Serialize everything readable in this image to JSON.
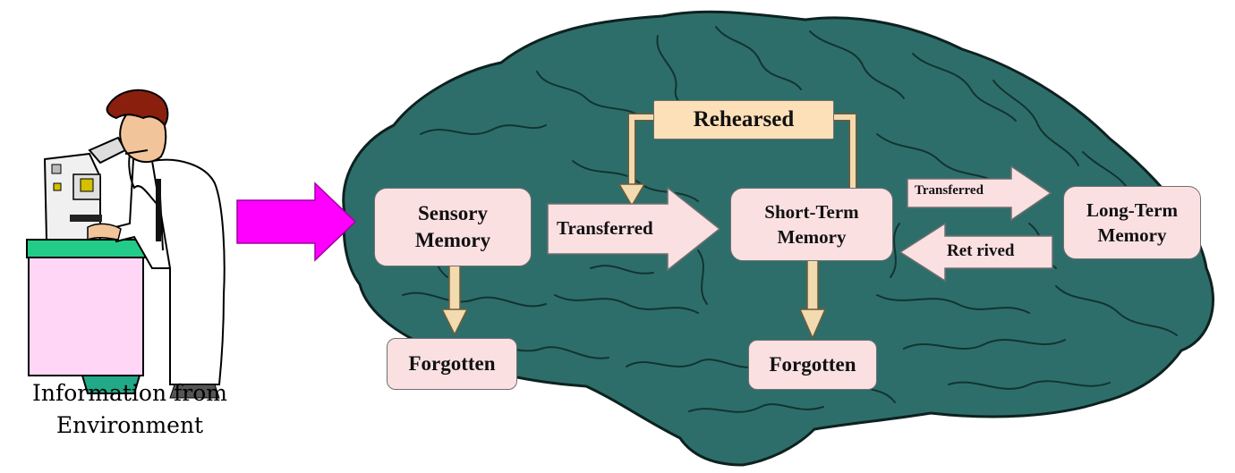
{
  "environment": {
    "caption_line1": "Information from",
    "caption_line2": "Environment"
  },
  "nodes": {
    "sensory": {
      "line1": "Sensory",
      "line2": "Memory"
    },
    "short_term": {
      "line1": "Short-Term",
      "line2": "Memory"
    },
    "long_term": {
      "line1": "Long-Term",
      "line2": "Memory"
    },
    "forgotten_sensory": {
      "label": "Forgotten"
    },
    "forgotten_short": {
      "label": "Forgotten"
    },
    "rehearsed": {
      "label": "Rehearsed"
    }
  },
  "arrows": {
    "sensory_to_short": "Transferred",
    "short_to_long": "Transferred",
    "long_to_short": "Ret rived"
  },
  "colors": {
    "brain": "#2e6e6a",
    "brain_outline": "#0d2220",
    "box_fill": "#fbe0e2",
    "rehearsed_fill": "#fde0b8",
    "connector": "#f3dbb0",
    "input_arrow": "#ff00ff"
  }
}
